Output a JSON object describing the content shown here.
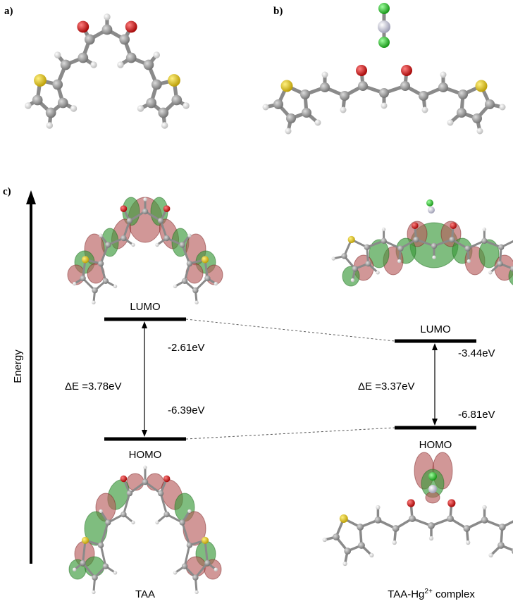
{
  "panels": {
    "a": "a)",
    "b": "b)",
    "c": "c)"
  },
  "axis": {
    "label": "Energy"
  },
  "taa": {
    "lumo_label": "LUMO",
    "homo_label": "HOMO",
    "lumo_energy": "-2.61eV",
    "homo_energy": "-6.39eV",
    "gap": "ΔE =3.78eV",
    "name": "TAA"
  },
  "complex": {
    "lumo_label": "LUMO",
    "homo_label": "HOMO",
    "lumo_energy": "-3.44eV",
    "homo_energy": "-6.81eV",
    "gap": "ΔE =3.37eV",
    "name_base": "TAA-Hg",
    "name_sup": "2+",
    "name_tail": " complex"
  },
  "colors": {
    "carbon": "#8c8c8c",
    "hydrogen": "#e6e6e6",
    "oxygen": "#e00000",
    "sulfur": "#e8c800",
    "chlorine": "#22cc22",
    "mercury": "#c8c8dc",
    "orbital_pos": "#b86060",
    "orbital_neg": "#3a9a3a"
  }
}
